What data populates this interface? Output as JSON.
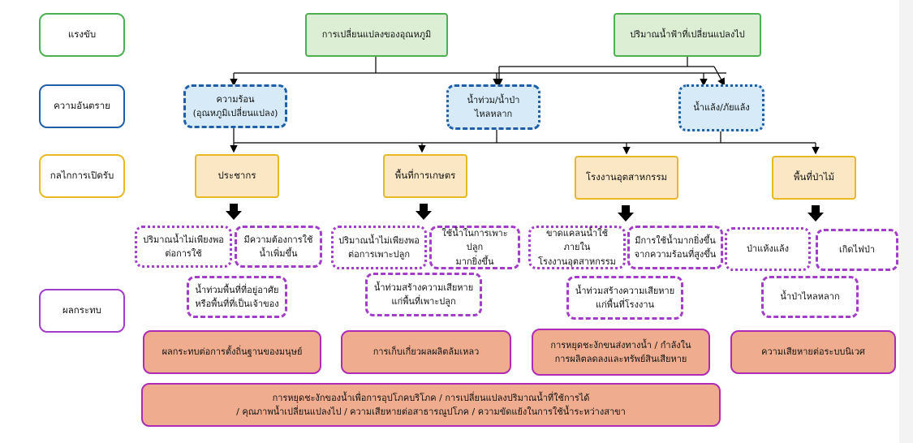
{
  "row_labels": {
    "driver": "แรงขับ",
    "hazard": "ความอันตราย",
    "exposure": "กลไกการเปิดรับ",
    "impact": "ผลกระทบ"
  },
  "drivers": {
    "temperature": "การเปลี่ยนแปลงของอุณหภูมิ",
    "rainfall": "ปริมาณน้ำฟ้าที่เปลี่ยนแปลงไป"
  },
  "hazards": {
    "heat_line1": "ความร้อน",
    "heat_line2": "(อุณหภูมิเปลี่ยนแปลง)",
    "flood_line1": "น้ำท่วม/น้ำป่า",
    "flood_line2": "ไหลหลาก",
    "drought": "น้ำแล้ง/ภัยแล้ง"
  },
  "exposures": {
    "population": "ประชากร",
    "agriculture": "พื้นที่การเกษตร",
    "industry": "โรงงานอุตสาหกรรม",
    "forest": "พื้นที่ป่าไม้"
  },
  "effects": {
    "pop_a1": "ปริมาณน้ำไม่เพียงพอ",
    "pop_a2": "ต่อการใช้",
    "pop_b1": "มีความต้องการใช้",
    "pop_b2": "น้ำเพิ่มขึ้น",
    "pop_c1": "น้ำท่วมพื้นที่ที่อยู่อาศัย",
    "pop_c2": "หรือพื้นที่ที่เป็นเจ้าของ",
    "agr_a1": "ปริมาณน้ำไม่เพียงพอ",
    "agr_a2": "ต่อการเพาะปลูก",
    "agr_b1": "ใช้น้ำในการเพาะปลูก",
    "agr_b2": "มากยิ่งขึ้น",
    "agr_c1": "น้ำท่วมสร้างความเสียหาย",
    "agr_c2": "แก่พื้นที่เพาะปลูก",
    "ind_a1": "ขาดแคลนน้ำใช้ภายใน",
    "ind_a2": "โรงงานอุตสาหกรรม",
    "ind_b1": "มีการใช้น้ำมากยิ่งขึ้น",
    "ind_b2": "จากความร้อนที่สูงขึ้น",
    "ind_c1": "น้ำท่วมสร้างความเสียหาย",
    "ind_c2": "แก่พื้นที่โรงงาน",
    "for_a": "ป่าแห้งแล้ง",
    "for_b": "เกิดไฟป่า",
    "for_c": "น้ำป่าไหลหลาก"
  },
  "impacts": {
    "pop": "ผลกระทบต่อการตั้งถิ่นฐานของมนุษย์",
    "agr": "การเก็บเกี่ยวผลผลิตล้มเหลว",
    "ind1": "การหยุดชะงักขนส่งทางน้ำ / กำลังใน",
    "ind2": "การผลิตลดลงและทรัพย์สินเสียหาย",
    "for": "ความเสียหายต่อระบบนิเวศ",
    "water1": "การหยุดชะงักของน้ำเพื่อการอุปโภคบริโภค / การเปลี่ยนแปลงปริมาณน้ำที่ใช้การได้",
    "water2": "/ คุณภาพน้ำเปลี่ยนแปลงไป / ความเสียหายต่อสาธารณูปโภค / ความขัดแย้งในการใช้น้ำระหว่างสาขา"
  }
}
